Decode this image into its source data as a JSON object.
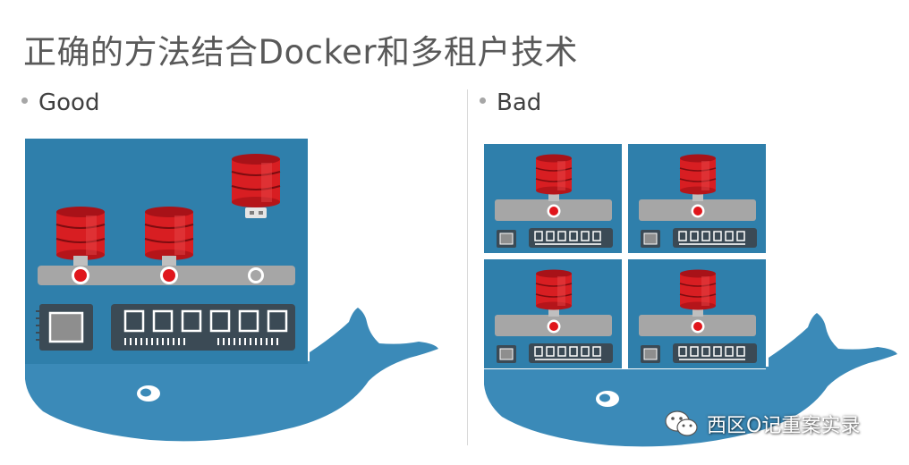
{
  "slide": {
    "title": "正确的方法结合Docker和多租户技术",
    "left_bullet": "Good",
    "right_bullet": "Bad"
  },
  "watermark": {
    "text": "西区O记重案实录",
    "icon": "wechat-icon"
  },
  "colors": {
    "panel_blue": "#2f7fab",
    "whale_blue": "#3b8ab8",
    "db_red": "#d81e22",
    "gray_bar": "#a6a6a6",
    "chip_dark": "#3b4a55"
  }
}
